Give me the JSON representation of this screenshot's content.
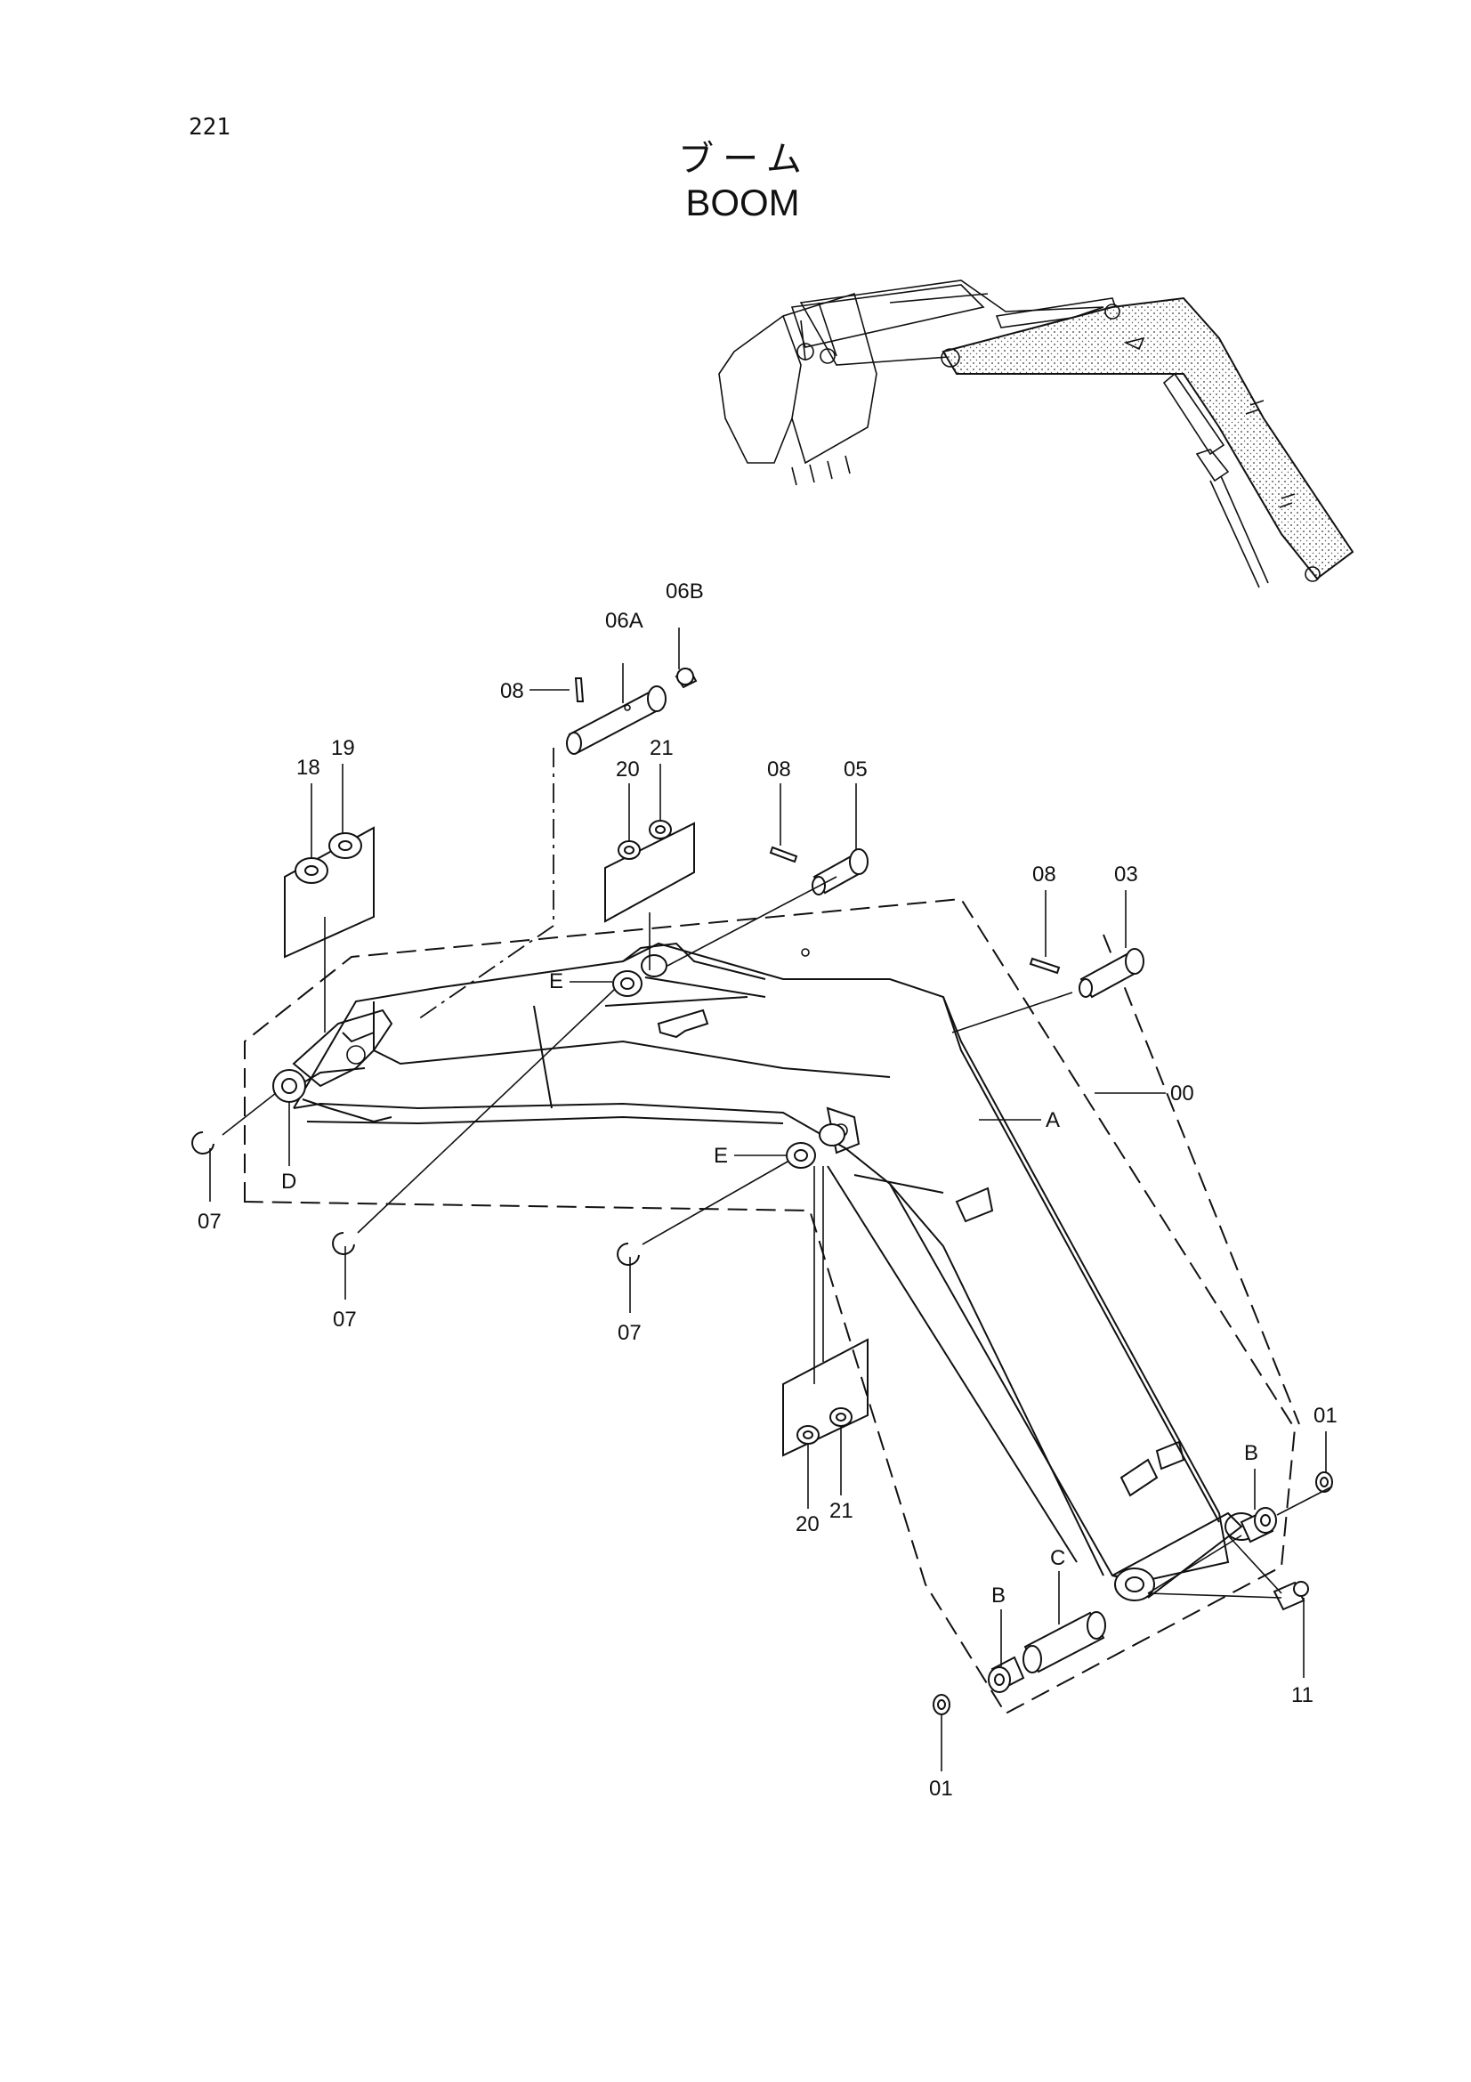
{
  "page_number": "221",
  "title_jp": "ブーム",
  "title_en": "BOOM",
  "callouts": {
    "c00": "00",
    "c01a": "01",
    "c01b": "01",
    "c03": "03",
    "c05": "05",
    "c06a": "06A",
    "c06b": "06B",
    "c07a": "07",
    "c07b": "07",
    "c07c": "07",
    "c08a": "08",
    "c08b": "08",
    "c08c": "08",
    "c11": "11",
    "c18": "18",
    "c19": "19",
    "c20a": "20",
    "c21a": "21",
    "c20b": "20",
    "c21b": "21",
    "cA": "A",
    "cBa": "B",
    "cBb": "B",
    "cC": "C",
    "cD": "D",
    "cEa": "E",
    "cEb": "E"
  }
}
